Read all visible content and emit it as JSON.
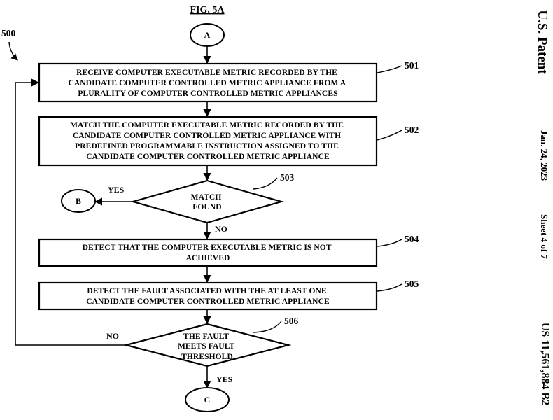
{
  "figure": {
    "title": "FIG. 5A",
    "ref": "500"
  },
  "connectors": {
    "a": "A",
    "b": "B",
    "c": "C"
  },
  "steps": [
    {
      "ref": "501",
      "lines": [
        "RECEIVE COMPUTER EXECUTABLE METRIC RECORDED BY THE",
        "CANDIDATE COMPUTER CONTROLLED METRIC APPLIANCE FROM A",
        "PLURALITY OF COMPUTER CONTROLLED METRIC APPLIANCES"
      ]
    },
    {
      "ref": "502",
      "lines": [
        "MATCH THE COMPUTER EXECUTABLE METRIC RECORDED BY THE",
        "CANDIDATE COMPUTER CONTROLLED METRIC APPLIANCE WITH",
        "PREDEFINED PROGRAMMABLE INSTRUCTION ASSIGNED TO THE",
        "CANDIDATE COMPUTER CONTROLLED METRIC APPLIANCE"
      ]
    },
    {
      "ref": "504",
      "lines": [
        "DETECT THAT THE COMPUTER EXECUTABLE METRIC IS NOT",
        "ACHIEVED"
      ]
    },
    {
      "ref": "505",
      "lines": [
        "DETECT THE FAULT ASSOCIATED WITH THE AT LEAST ONE",
        "CANDIDATE COMPUTER CONTROLLED METRIC APPLIANCE"
      ]
    }
  ],
  "decisions": [
    {
      "ref": "503",
      "lines": [
        "MATCH",
        "FOUND"
      ],
      "yes": "YES",
      "no": "NO"
    },
    {
      "ref": "506",
      "lines": [
        "THE FAULT",
        "MEETS FAULT",
        "THRESHOLD"
      ],
      "yes": "YES",
      "no": "NO"
    }
  ],
  "header": {
    "publisher": "U.S. Patent",
    "date": "Jan. 24, 2023",
    "sheet": "Sheet 4 of 7",
    "number": "US 11,561,884 B2"
  }
}
